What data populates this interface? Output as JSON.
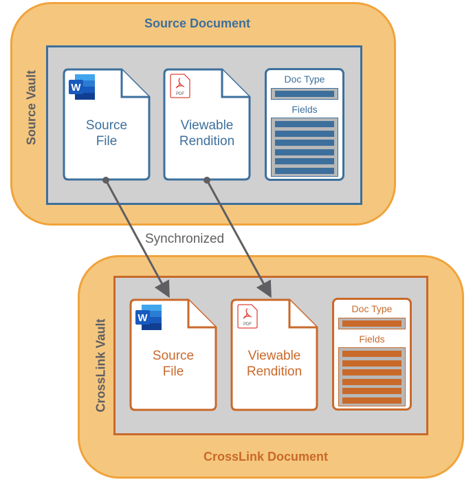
{
  "colors": {
    "source_accent": "#3d6f9c",
    "crosslink_accent": "#c9692a",
    "vault_fill": "#f5c77e",
    "vault_border": "#f0a33b",
    "inner_fill": "#d0d0d0",
    "arrow": "#5f5f63"
  },
  "source": {
    "title": "Source Document",
    "vault_label": "Source Vault",
    "source_file": {
      "line1": "Source",
      "line2": "File",
      "icon": "word-icon"
    },
    "rendition": {
      "line1": "Viewable",
      "line2": "Rendition",
      "icon": "pdf-icon",
      "icon_text": "PDF"
    },
    "metadata": {
      "doc_type_label": "Doc Type",
      "fields_label": "Fields",
      "field_count": 6
    }
  },
  "connector": {
    "label": "Synchronized"
  },
  "crosslink": {
    "title": "CrossLink Document",
    "vault_label": "CrossLink Vault",
    "source_file": {
      "line1": "Source",
      "line2": "File",
      "icon": "word-icon"
    },
    "rendition": {
      "line1": "Viewable",
      "line2": "Rendition",
      "icon": "pdf-icon",
      "icon_text": "PDF"
    },
    "metadata": {
      "doc_type_label": "Doc Type",
      "fields_label": "Fields",
      "field_count": 6
    }
  }
}
